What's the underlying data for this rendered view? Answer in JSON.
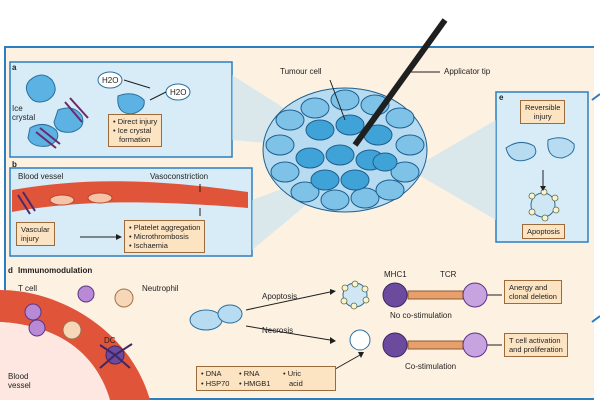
{
  "panels": {
    "a": {
      "letter": "a",
      "ice_crystal": "Ice\ncrystal",
      "water1": "H2O",
      "water2": "H2O",
      "effects": [
        "• Direct injury",
        "• Ice crystal",
        "formation"
      ]
    },
    "b": {
      "letter": "b",
      "blood_vessel": "Blood vessel",
      "vasoconstriction": "Vasoconstriction",
      "vascular_injury": [
        "Vascular",
        "injury"
      ],
      "effects": [
        "• Platelet aggregation",
        "• Microthrombosis",
        "• Ischaemia"
      ]
    },
    "centre": {
      "tumour_cell": "Tumour cell",
      "applicator_tip": "Applicator tip"
    },
    "e": {
      "letter": "e",
      "reversible_injury": [
        "Reversible",
        "injury"
      ],
      "apoptosis": "Apoptosis"
    },
    "d": {
      "title_letter": "d",
      "title": "Immunomodulation",
      "t_cell": "T cell",
      "neutrophil": "Neutrophil",
      "dc": "DC",
      "blood_vessel": [
        "Blood",
        "vessel"
      ],
      "apoptosis": "Apoptosis",
      "necrosis": "Necrosis",
      "mhc1": "MHC1",
      "tcr": "TCR",
      "no_costim": "No co-stimulation",
      "costim": "Co-stimulation",
      "anergy": [
        "Anergy and",
        "clonal deletion"
      ],
      "t_activation": [
        "T cell activation",
        "and proliferation"
      ],
      "damps": [
        "• DNA",
        "• RNA",
        "• Uric",
        "• HSP70",
        "• HMGB1",
        "acid"
      ]
    }
  },
  "colors": {
    "frame": "#2b7fc1",
    "panel_fill": "#d8ecf8",
    "tag_fill": "#fce3c2",
    "vessel": "#e0553a",
    "tumour": "#3fa3d8"
  }
}
